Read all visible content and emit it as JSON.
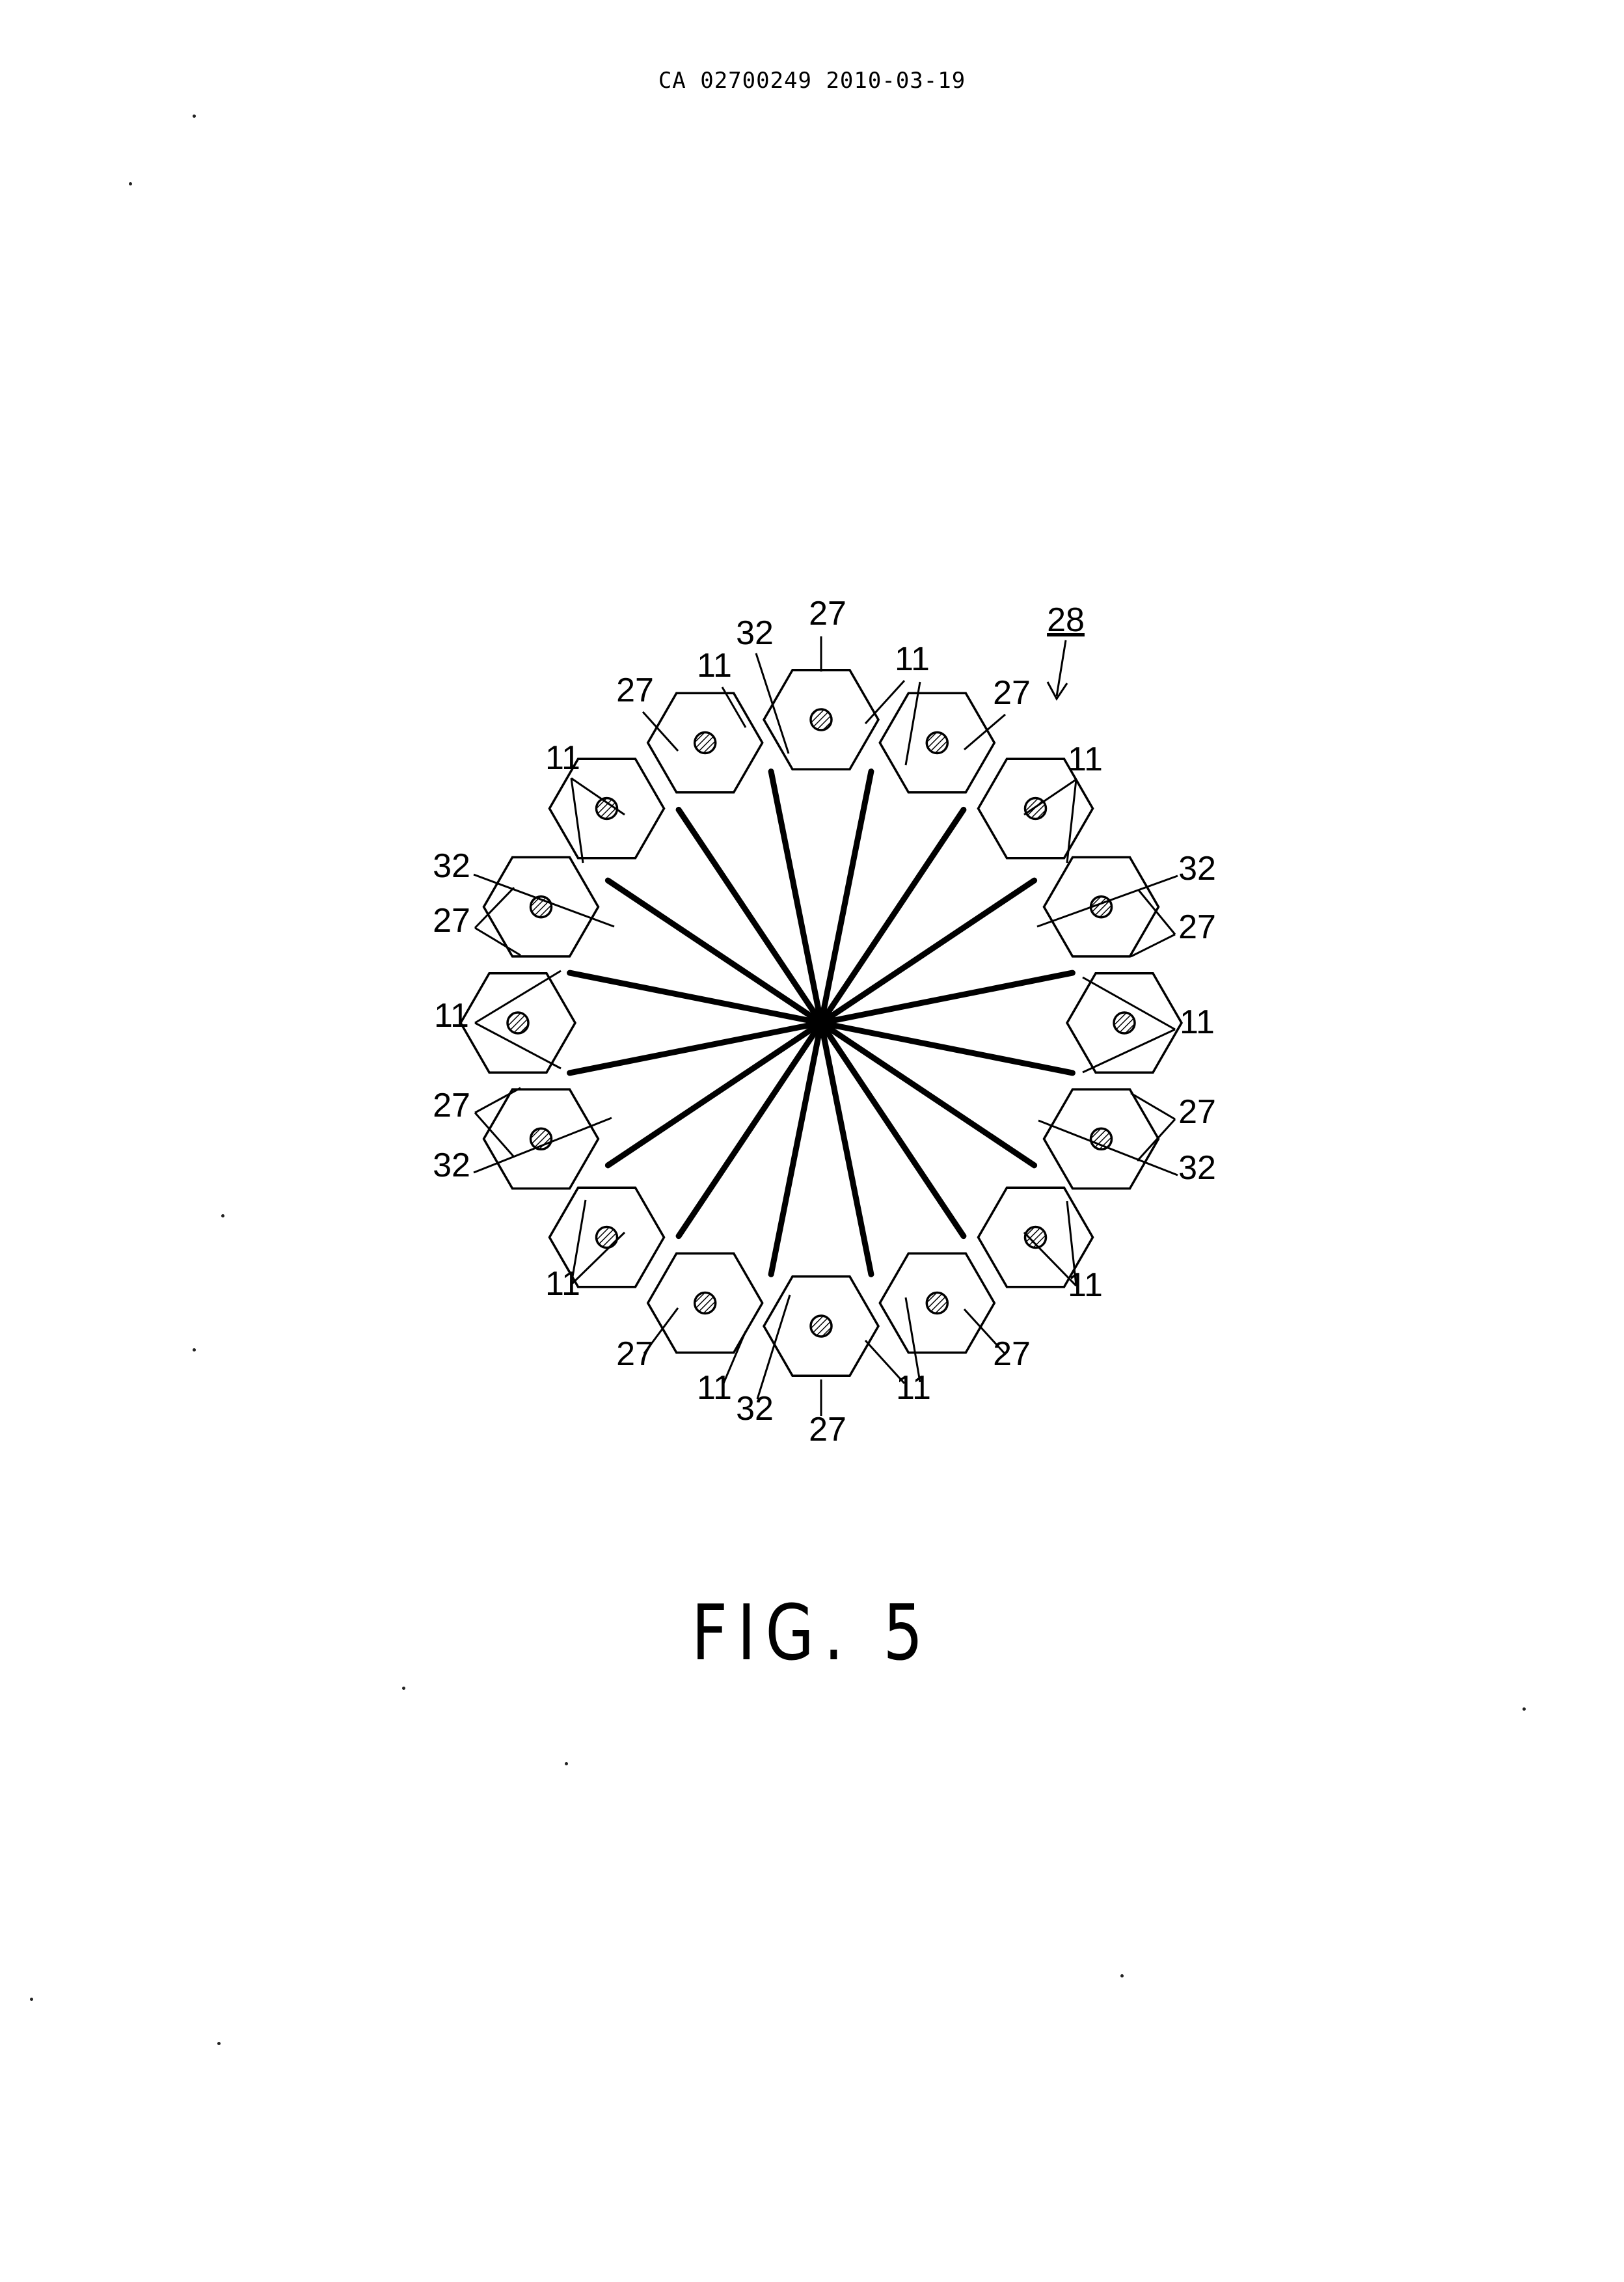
{
  "document": {
    "header": "CA 02700249 2010-03-19",
    "caption": "FIG. 5"
  },
  "figure": {
    "assembly_ref": "28",
    "labels": {
      "cell": "27",
      "rod": "11",
      "spoke": "32"
    }
  }
}
